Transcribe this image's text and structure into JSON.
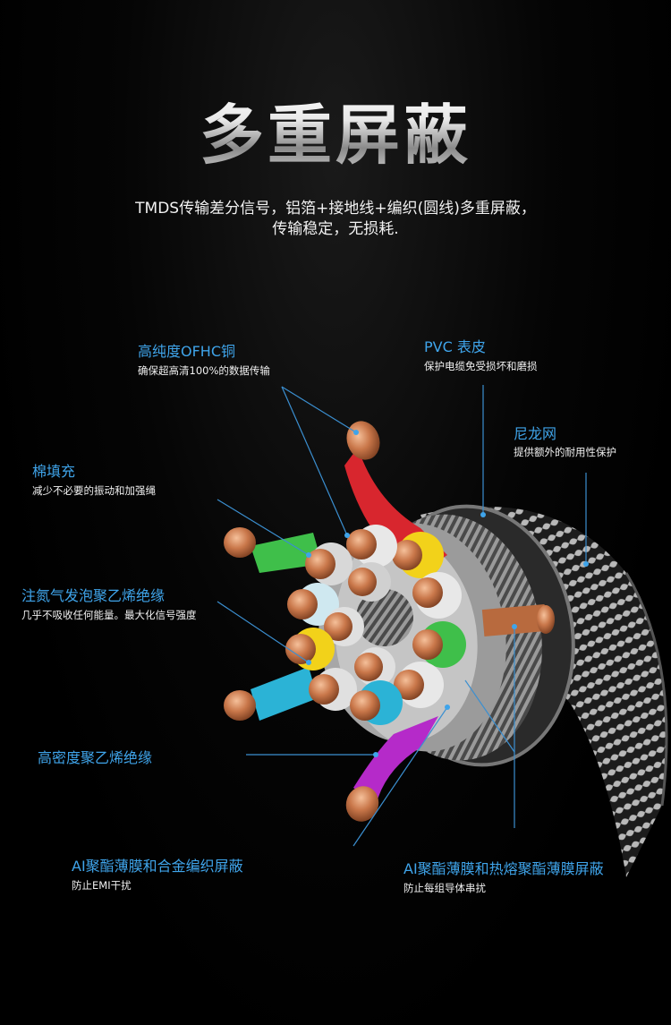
{
  "title": "多重屏蔽",
  "subtitle_line1": "TMDS传输差分信号，铝箔+接地线+编织(圆线)多重屏蔽，",
  "subtitle_line2": "传输稳定，无损耗.",
  "labels": {
    "ofhc_title": "高纯度OFHC铜",
    "ofhc_desc": "确保超高清100%的数据传输",
    "pvc_title": "PVC 表皮",
    "pvc_desc": "保护电缆免受损坏和磨损",
    "nylon_title": "尼龙网",
    "nylon_desc": "提供额外的耐用性保护",
    "cotton_title": "棉填充",
    "cotton_desc": "减少不必要的振动和加强绳",
    "foam_title": "注氮气发泡聚乙烯绝缘",
    "foam_desc": "几乎不吸收任何能量。最大化信号强度",
    "hdpe_title": "高密度聚乙烯绝缘",
    "alloy_title": "AI聚酯薄膜和合金编织屏蔽",
    "alloy_desc": "防止EMI干扰",
    "hotmelt_title": "AI聚酯薄膜和热熔聚酯薄膜屏蔽",
    "hotmelt_desc": "防止每组导体串扰"
  },
  "colors": {
    "label_blue": "#3fa4ea",
    "copper": "#c9774a",
    "wire_red": "#d8262e",
    "wire_green": "#3fbf4a",
    "wire_yellow": "#f2d21a",
    "wire_cyan": "#2bb3d6",
    "wire_purple": "#b52ac9"
  }
}
